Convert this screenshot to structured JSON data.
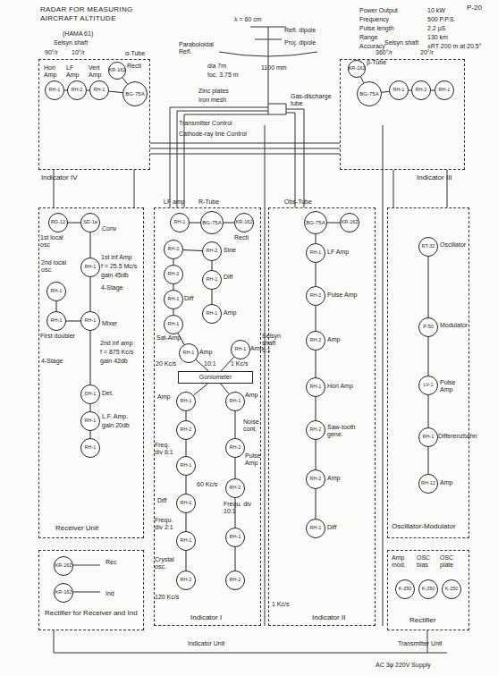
{
  "diagram": {
    "title": "RADAR FOR MEASURING AIRCRAFT ALTITUDE",
    "nodes": [
      {
        "text": [
          "Indicator IV"
        ]
      },
      {
        "text": [
          "RH-1"
        ],
        "in": 0
      },
      {
        "text": [
          "RH-2"
        ],
        "in": 0
      },
      {
        "text": [
          "RH-1"
        ],
        "in": 0
      },
      {
        "text": [
          "KR-162"
        ],
        "in": 0
      },
      {
        "text": [
          "BG-75A"
        ],
        "in": 0
      },
      {
        "text": [
          "Indicator III"
        ]
      },
      {
        "text": [
          "KR-162"
        ],
        "in": 6
      },
      {
        "text": [
          "BG-75A"
        ],
        "in": 6
      },
      {
        "text": [
          "RH-1"
        ],
        "in": 6
      },
      {
        "text": [
          "RH-2"
        ],
        "in": 6
      },
      {
        "text": [
          "RH-1"
        ],
        "in": 6
      },
      {
        "text": [
          "Receiver Unit"
        ]
      },
      {
        "text": [
          "RG-12"
        ],
        "in": 12
      },
      {
        "text": [
          "SD-1a"
        ],
        "in": 12
      },
      {
        "text": [
          "RH-1"
        ],
        "in": 12
      },
      {
        "text": [
          "RH-1"
        ],
        "in": 12
      },
      {
        "text": [
          "RH-1"
        ],
        "in": 12
      },
      {
        "text": [
          "RH-1"
        ],
        "in": 12
      },
      {
        "text": [
          "DH-1"
        ],
        "in": 12
      },
      {
        "text": [
          "RH-1"
        ],
        "in": 12
      },
      {
        "text": [
          "RH-1"
        ],
        "in": 12
      },
      {
        "text": [
          "Indicator I"
        ]
      },
      {
        "text": [
          "RH-1"
        ],
        "in": 22
      },
      {
        "text": [
          "BG-75A"
        ],
        "in": 22
      },
      {
        "text": [
          "KR-162"
        ],
        "in": 22
      },
      {
        "text": [
          "RH-2"
        ],
        "in": 22
      },
      {
        "text": [
          "RH-2"
        ],
        "in": 22
      },
      {
        "text": [
          "RH-2"
        ],
        "in": 22
      },
      {
        "text": [
          "RH-1"
        ],
        "in": 22
      },
      {
        "text": [
          "RH-1"
        ],
        "in": 22
      },
      {
        "text": [
          "RH-1"
        ],
        "in": 22
      },
      {
        "text": [
          "RH-1"
        ],
        "in": 22
      },
      {
        "text": [
          "RH-1"
        ],
        "in": 22
      },
      {
        "text": [
          "RH-1"
        ],
        "in": 22
      },
      {
        "text": [
          "Goniometer"
        ],
        "in": 22
      },
      {
        "text": [
          "RH-1"
        ],
        "in": 22
      },
      {
        "text": [
          "RH-1"
        ],
        "in": 22
      },
      {
        "text": [
          "RH-2"
        ],
        "in": 22
      },
      {
        "text": [
          "RH-1"
        ],
        "in": 22
      },
      {
        "text": [
          "RH-2"
        ],
        "in": 22
      },
      {
        "text": [
          "RH-1"
        ],
        "in": 22
      },
      {
        "text": [
          "RH-2"
        ],
        "in": 22
      },
      {
        "text": [
          "RH-2"
        ],
        "in": 22
      },
      {
        "text": [
          "RH-2"
        ],
        "in": 22
      },
      {
        "text": [
          "RH-1"
        ],
        "in": 22
      },
      {
        "text": [
          "RH-2"
        ],
        "in": 22
      },
      {
        "text": [
          "Indicator II"
        ]
      },
      {
        "text": [
          "BG-75A"
        ],
        "in": 47
      },
      {
        "text": [
          "KR-162"
        ],
        "in": 47
      },
      {
        "text": [
          "RH-1"
        ],
        "in": 47
      },
      {
        "text": [
          "RH-2"
        ],
        "in": 47
      },
      {
        "text": [
          "RH-2"
        ],
        "in": 47
      },
      {
        "text": [
          "RH-1"
        ],
        "in": 47
      },
      {
        "text": [
          "RH-2"
        ],
        "in": 47
      },
      {
        "text": [
          "RH-2"
        ],
        "in": 47
      },
      {
        "text": [
          "RH-1"
        ],
        "in": 47
      },
      {
        "text": [
          "Oscillator-Modulator"
        ]
      },
      {
        "text": [
          "RT-32"
        ],
        "in": 57
      },
      {
        "text": [
          "P-50"
        ],
        "in": 57
      },
      {
        "text": [
          "LV-1"
        ],
        "in": 57
      },
      {
        "text": [
          "RH-1"
        ],
        "in": 57
      },
      {
        "text": [
          "RH-12"
        ],
        "in": 57
      },
      {
        "text": [
          "Rectifier for Receiver and Ind"
        ]
      },
      {
        "text": [
          "KR-162"
        ],
        "in": 63
      },
      {
        "text": [
          "KR-162"
        ],
        "in": 63
      },
      {
        "text": [
          "Rectifier"
        ]
      },
      {
        "text": [
          "K-250"
        ],
        "in": 66
      },
      {
        "text": [
          "K-250"
        ],
        "in": 66
      },
      {
        "text": [
          "K-250"
        ],
        "in": 66
      }
    ],
    "edges": [
      {
        "from": 1,
        "to": 2,
        "arrow": "none"
      },
      {
        "from": 2,
        "to": 3,
        "arrow": "none"
      },
      {
        "from": 3,
        "to": 5,
        "arrow": "none"
      },
      {
        "from": 4,
        "to": 5,
        "arrow": "none"
      },
      {
        "from": 7,
        "to": 8,
        "arrow": "none"
      },
      {
        "from": 8,
        "to": 9,
        "arrow": "none"
      },
      {
        "from": 9,
        "to": 10,
        "arrow": "none"
      },
      {
        "from": 10,
        "to": 11,
        "arrow": "none"
      },
      {
        "from": 13,
        "to": 14,
        "arrow": "none"
      },
      {
        "from": 14,
        "to": 15,
        "arrow": "none"
      },
      {
        "from": 16,
        "to": 17,
        "arrow": "none"
      },
      {
        "from": 17,
        "to": 18,
        "arrow": "none"
      },
      {
        "from": 15,
        "to": 18,
        "arrow": "none"
      },
      {
        "from": 18,
        "to": 19,
        "arrow": "none"
      },
      {
        "from": 19,
        "to": 20,
        "arrow": "none"
      },
      {
        "from": 20,
        "to": 21,
        "arrow": "none"
      },
      {
        "from": 23,
        "to": 24,
        "arrow": "none"
      },
      {
        "from": 24,
        "to": 25,
        "arrow": "none"
      },
      {
        "from": 26,
        "to": 27,
        "arrow": "none"
      },
      {
        "from": 26,
        "to": 28,
        "arrow": "none"
      },
      {
        "from": 27,
        "to": 30,
        "arrow": "none"
      },
      {
        "from": 28,
        "to": 29,
        "arrow": "none"
      },
      {
        "from": 29,
        "to": 32,
        "arrow": "none"
      },
      {
        "from": 30,
        "to": 31,
        "arrow": "none"
      },
      {
        "from": 32,
        "to": 33,
        "arrow": "none"
      },
      {
        "from": 33,
        "to": 35,
        "arrow": "none"
      },
      {
        "from": 34,
        "to": 35,
        "arrow": "none"
      },
      {
        "from": 35,
        "to": 36,
        "arrow": "none"
      },
      {
        "from": 35,
        "to": 37,
        "arrow": "none"
      },
      {
        "from": 36,
        "to": 38,
        "arrow": "none"
      },
      {
        "from": 38,
        "to": 39,
        "arrow": "none"
      },
      {
        "from": 39,
        "to": 40,
        "arrow": "none"
      },
      {
        "from": 40,
        "to": 41,
        "arrow": "none"
      },
      {
        "from": 41,
        "to": 42,
        "arrow": "none"
      },
      {
        "from": 37,
        "to": 43,
        "arrow": "none"
      },
      {
        "from": 43,
        "to": 44,
        "arrow": "none"
      },
      {
        "from": 44,
        "to": 45,
        "arrow": "none"
      },
      {
        "from": 45,
        "to": 46,
        "arrow": "none"
      },
      {
        "from": 48,
        "to": 49,
        "arrow": "none"
      },
      {
        "from": 48,
        "to": 50,
        "arrow": "none"
      },
      {
        "from": 50,
        "to": 51,
        "arrow": "none"
      },
      {
        "from": 51,
        "to": 52,
        "arrow": "none"
      },
      {
        "from": 52,
        "to": 53,
        "arrow": "none"
      },
      {
        "from": 53,
        "to": 54,
        "arrow": "none"
      },
      {
        "from": 54,
        "to": 55,
        "arrow": "none"
      },
      {
        "from": 55,
        "to": 56,
        "arrow": "none"
      },
      {
        "from": 58,
        "to": 59,
        "arrow": "none"
      },
      {
        "from": 59,
        "to": 60,
        "arrow": "none"
      },
      {
        "from": 60,
        "to": 61,
        "arrow": "none"
      },
      {
        "from": 61,
        "to": 62,
        "arrow": "none"
      }
    ],
    "labels": [
      "(HAMA 61)",
      "P-20",
      "Power Output",
      "10 kW",
      "Frequency",
      "500 P.P.S.",
      "Pulse length",
      "2.2 µS",
      "Range",
      "130 km",
      "Accuracy",
      "±RT 200 m at 20.5°",
      "λ = 60 cm",
      "Refl. dipole",
      "Proj. dipole",
      "Paraboloidal Refl.",
      "dia 7m",
      "foc. 3.75 m",
      "1100 mm",
      "Zinc plates",
      "Iron mesh",
      "Transmitter Control",
      "Cathode-ray line Control",
      "Gas-discharge tube",
      "Selsyn shaft",
      "90°/r",
      "10°/r",
      "α-Tube",
      "Hori Amp",
      "LF Amp",
      "Vert Amp",
      "Recti",
      "Selsyn shaft",
      "360°/r",
      "20°/r",
      "β-Tube",
      "1st local osc",
      "Conv",
      "1st inf Amp",
      "f = 25.5 Mc/s",
      "gain 45db",
      "4-Stage",
      "2nd local osc.",
      "First doubler",
      "Mixer",
      "2nd inf amp",
      "f = 875 Kc/s",
      "gain 42db",
      "4-Stage",
      "Det.",
      "L.F. Amp.",
      "gain 20db",
      "LF amp",
      "R-Tube",
      "Recti",
      "Sine",
      "Diff",
      "Diff",
      "Amp",
      "Sat-Amp",
      "Amp",
      "Amp",
      "20 Kc/s",
      "10:1",
      "1 Kc/s",
      "Amp",
      "Amp",
      "Freq. div 6:1",
      "60 Kc/s",
      "Diff",
      "Frequ. div 2:1",
      "Crystal osc.",
      "120 Kc/s",
      "Noise cont.",
      "Pulse Amp",
      "Frequ. div 10:1",
      "Selsyn shaft 1:1",
      "Obs-Tube",
      "LF Amp",
      "Pulse Amp",
      "Amp",
      "Hori Amp",
      "Saw-tooth gene.",
      "Amp",
      "Diff",
      "1 Kc/s",
      "Oscillator",
      "Modulator",
      "Pulse Amp",
      "Differenzbahn",
      "Amp",
      "Rec",
      "Ind",
      "Amp mod.",
      "OSC bias",
      "OSC plate",
      "Indicator Unit",
      "Transmitter Unit",
      "AC 3φ 220V Supply"
    ]
  }
}
